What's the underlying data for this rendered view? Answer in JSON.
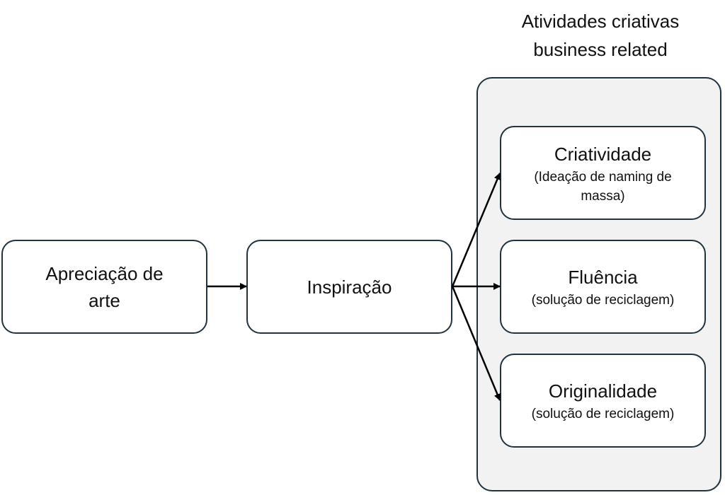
{
  "diagram": {
    "group_title_lines": [
      "Atividades criativas",
      "business related"
    ],
    "nodes": {
      "appreciation": {
        "lines": [
          "Apreciação de",
          "arte"
        ]
      },
      "inspiration": {
        "label": "Inspiração"
      },
      "creativity": {
        "title": "Criatividade",
        "detail_lines": [
          "(Ideação de naming de",
          "massa)"
        ]
      },
      "fluency": {
        "title": "Fluência",
        "detail": "(solução de reciclagem)"
      },
      "originality": {
        "title": "Originalidade",
        "detail": "(solução de reciclagem)"
      }
    },
    "edges": [
      {
        "from": "appreciation",
        "to": "inspiration"
      },
      {
        "from": "inspiration",
        "to": "creativity"
      },
      {
        "from": "inspiration",
        "to": "fluency"
      },
      {
        "from": "inspiration",
        "to": "originality"
      }
    ],
    "colors": {
      "border": "#1f3341",
      "group_fill": "#f2f2f2",
      "box_fill": "#ffffff",
      "arrow": "#000000"
    }
  }
}
